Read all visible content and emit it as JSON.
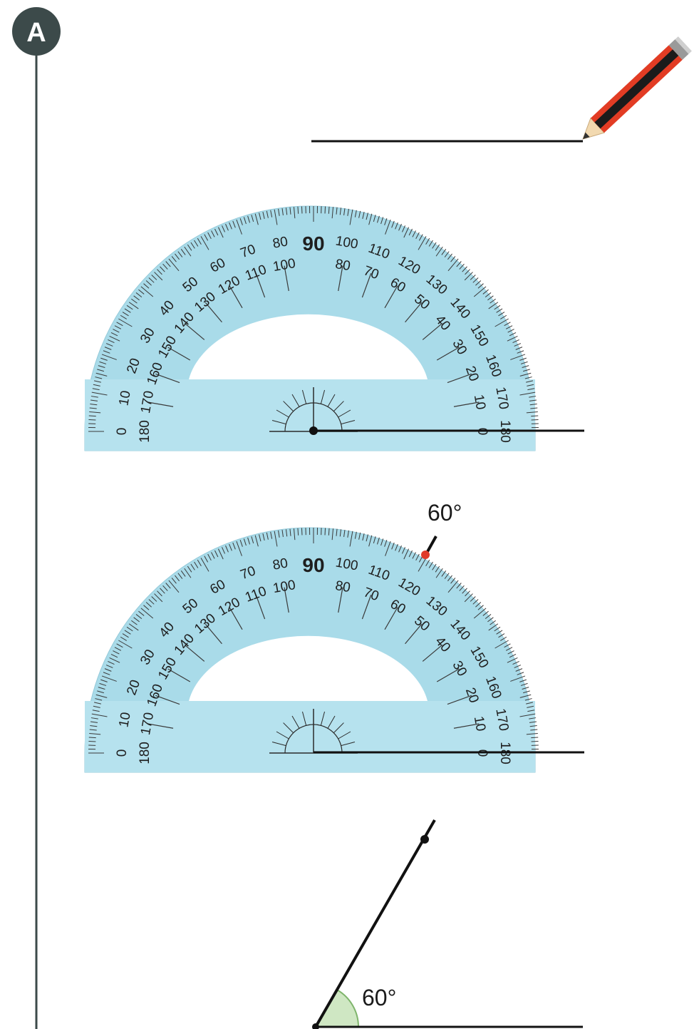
{
  "badge": {
    "letter": "A"
  },
  "protractor": {
    "outer_scale": [
      "0",
      "10",
      "20",
      "30",
      "40",
      "50",
      "60",
      "70",
      "80",
      "90",
      "100",
      "110",
      "120",
      "130",
      "140",
      "150",
      "160",
      "170",
      "180"
    ],
    "inner_scale": [
      "180",
      "170",
      "160",
      "150",
      "140",
      "130",
      "120",
      "110",
      "100",
      "90",
      "80",
      "70",
      "60",
      "50",
      "40",
      "30",
      "20",
      "10",
      "0"
    ],
    "bold_label": "90"
  },
  "step2": {},
  "step3": {
    "marker_label": "60°"
  },
  "step4": {
    "angle_label": "60°"
  },
  "colors": {
    "timeline": "#3c4a4a",
    "badge": "#3c4a4a",
    "protractor": "#a9dbe9",
    "protractor_band": "#b6e2ee",
    "marker": "#e03a2a",
    "angle_fill": "#cfe7c3",
    "pencil_body": "#e23c24"
  }
}
